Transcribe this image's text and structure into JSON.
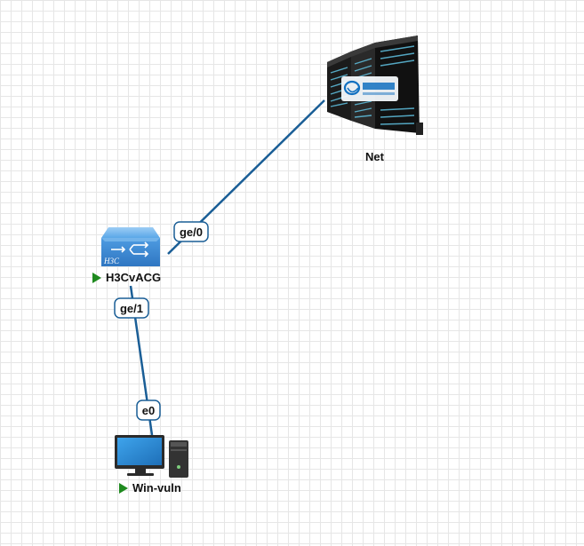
{
  "nodes": {
    "net": {
      "name": "Net",
      "icon": "server-rack-icon",
      "running": false
    },
    "router": {
      "name": "H3CvACG",
      "icon": "h3c-router-icon",
      "running": true,
      "logo": "H3C"
    },
    "pc": {
      "name": "Win-vuln",
      "icon": "desktop-pc-icon",
      "running": true
    }
  },
  "links": [
    {
      "from": "net",
      "to": "router",
      "port": "ge/0"
    },
    {
      "from": "router",
      "to": "pc",
      "port_router": "ge/1",
      "port_pc": "e0"
    }
  ],
  "colors": {
    "link": "#1a5e96",
    "status_running": "#1f8a1f",
    "router_body": "#4d9be0",
    "monitor_screen": "#2a8bd6"
  }
}
